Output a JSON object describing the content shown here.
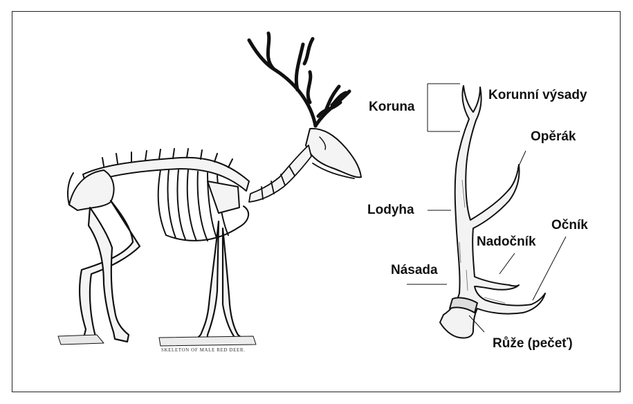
{
  "skeleton": {
    "caption": "SKELETON OF MALE RED DEER."
  },
  "antler_labels": {
    "koruna": "Koruna",
    "korunni_vysady": "Korunní výsady",
    "operak": "Opěrák",
    "lodyha": "Lodyha",
    "ocnik": "Očník",
    "nadocnik": "Nadočník",
    "nasada": "Násada",
    "ruze": "Růže (pečeť)"
  },
  "colors": {
    "ink": "#111111",
    "bone_fill": "#f2f2f2",
    "frame": "#222222"
  }
}
